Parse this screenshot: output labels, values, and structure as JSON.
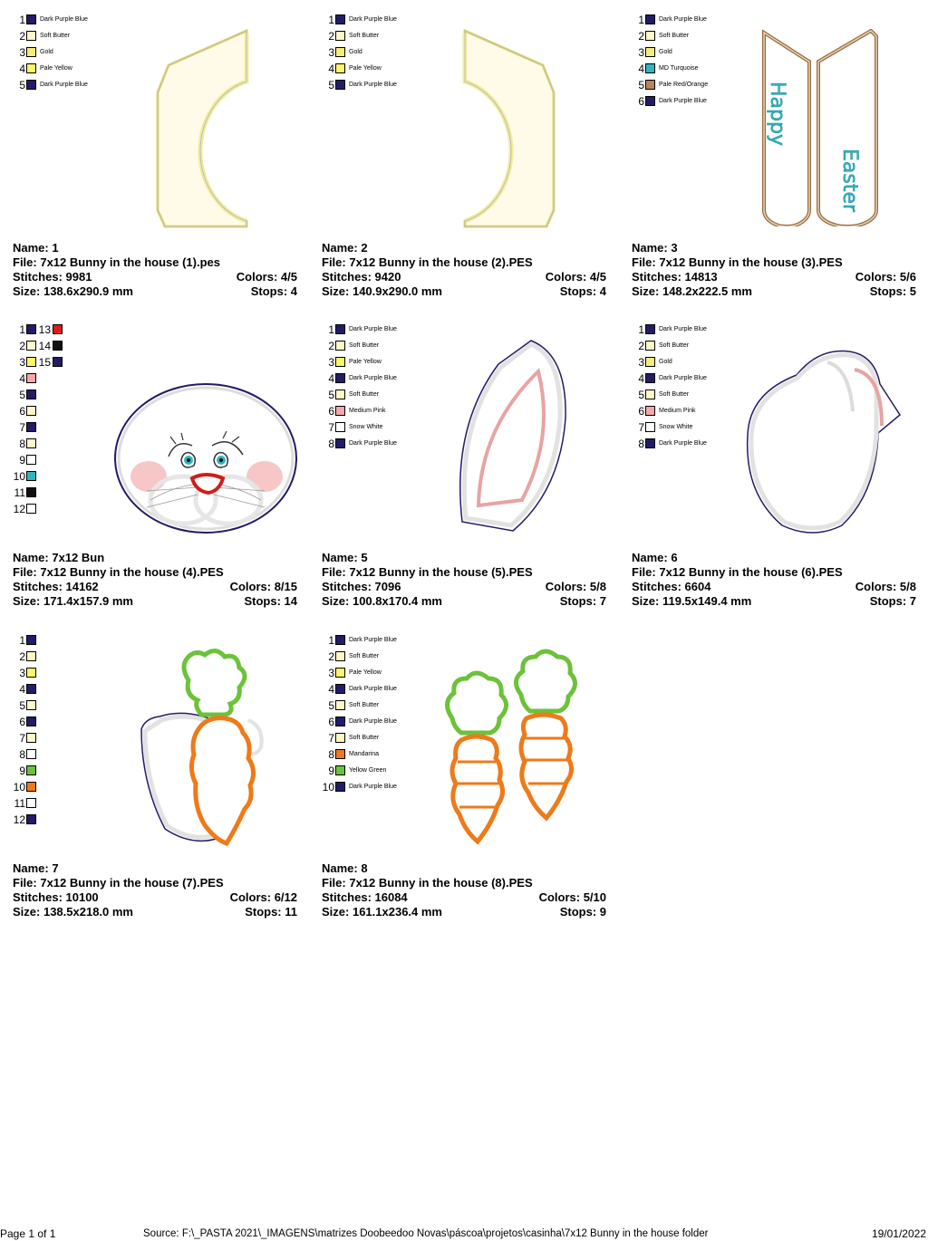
{
  "designs": [
    {
      "name": "1",
      "file": "7x12 Bunny in the house (1).pes",
      "stitches": "9981",
      "colors": "4/5",
      "size": "138.6x290.9 mm",
      "stops": "4",
      "thread_list": [
        {
          "num": "1",
          "name": "Dark Purple Blue",
          "color": "#221c66"
        },
        {
          "num": "2",
          "name": "Soft Butter",
          "color": "#fff7c9"
        },
        {
          "num": "3",
          "name": "Gold",
          "color": "#f5ec7a"
        },
        {
          "num": "4",
          "name": "Pale Yellow",
          "color": "#fbf56a"
        },
        {
          "num": "5",
          "name": "Dark Purple Blue",
          "color": "#221c66"
        }
      ]
    },
    {
      "name": "2",
      "file": "7x12 Bunny in the house (2).PES",
      "stitches": "9420",
      "colors": "4/5",
      "size": "140.9x290.0 mm",
      "stops": "4",
      "thread_list": [
        {
          "num": "1",
          "name": "Dark Purple Blue",
          "color": "#221c66"
        },
        {
          "num": "2",
          "name": "Soft Butter",
          "color": "#fff7c9"
        },
        {
          "num": "3",
          "name": "Gold",
          "color": "#f5ec7a"
        },
        {
          "num": "4",
          "name": "Pale Yellow",
          "color": "#fbf56a"
        },
        {
          "num": "5",
          "name": "Dark Purple Blue",
          "color": "#221c66"
        }
      ]
    },
    {
      "name": "3",
      "file": "7x12 Bunny in the house (3).PES",
      "stitches": "14813",
      "colors": "5/6",
      "size": "148.2x222.5 mm",
      "stops": "5",
      "thread_list": [
        {
          "num": "1",
          "name": "Dark Purple Blue",
          "color": "#221c66"
        },
        {
          "num": "2",
          "name": "Soft Butter",
          "color": "#fff7c9"
        },
        {
          "num": "3",
          "name": "Gold",
          "color": "#f5ec7a"
        },
        {
          "num": "4",
          "name": "MD Turquoise",
          "color": "#2fb5c0"
        },
        {
          "num": "5",
          "name": "Pale Red/Orange",
          "color": "#b8865a"
        },
        {
          "num": "6",
          "name": "Dark Purple Blue",
          "color": "#221c66"
        }
      ],
      "preview_text": [
        "Happy",
        "Easter"
      ]
    },
    {
      "name": "7x12 Bun",
      "file": "7x12 Bunny in the house (4).PES",
      "stitches": "14162",
      "colors": "8/15",
      "size": "171.4x157.9 mm",
      "stops": "14",
      "thread_list": [
        {
          "num": "1",
          "color": "#221c66"
        },
        {
          "num": "2",
          "color": "#fff7c9"
        },
        {
          "num": "3",
          "color": "#fbf56a"
        },
        {
          "num": "4",
          "color": "#f4a8a8"
        },
        {
          "num": "5",
          "color": "#221c66"
        },
        {
          "num": "6",
          "color": "#fff7c9"
        },
        {
          "num": "7",
          "color": "#221c66"
        },
        {
          "num": "8",
          "color": "#fff7c9"
        },
        {
          "num": "9",
          "color": "#ffffff"
        },
        {
          "num": "10",
          "color": "#2fb5c0"
        },
        {
          "num": "11",
          "color": "#111111"
        },
        {
          "num": "12",
          "color": "#ffffff"
        }
      ],
      "thread_list_col2": [
        {
          "num": "13",
          "color": "#e11919"
        },
        {
          "num": "14",
          "color": "#111111"
        },
        {
          "num": "15",
          "color": "#221c66"
        }
      ]
    },
    {
      "name": "5",
      "file": "7x12 Bunny in the house (5).PES",
      "stitches": "7096",
      "colors": "5/8",
      "size": "100.8x170.4 mm",
      "stops": "7",
      "thread_list": [
        {
          "num": "1",
          "name": "Dark Purple Blue",
          "color": "#221c66"
        },
        {
          "num": "2",
          "name": "Soft Butter",
          "color": "#fff7c9"
        },
        {
          "num": "3",
          "name": "Pale Yellow",
          "color": "#fbf56a"
        },
        {
          "num": "4",
          "name": "Dark Purple Blue",
          "color": "#221c66"
        },
        {
          "num": "5",
          "name": "Soft Butter",
          "color": "#fff7c9"
        },
        {
          "num": "6",
          "name": "Medium Pink",
          "color": "#f4a8a8"
        },
        {
          "num": "7",
          "name": "Snow White",
          "color": "#ffffff"
        },
        {
          "num": "8",
          "name": "Dark Purple Blue",
          "color": "#221c66"
        }
      ]
    },
    {
      "name": "6",
      "file": "7x12 Bunny in the house (6).PES",
      "stitches": "6604",
      "colors": "5/8",
      "size": "119.5x149.4 mm",
      "stops": "7",
      "thread_list": [
        {
          "num": "1",
          "name": "Dark Purple Blue",
          "color": "#221c66"
        },
        {
          "num": "2",
          "name": "Soft Butter",
          "color": "#fff7c9"
        },
        {
          "num": "3",
          "name": "Gold",
          "color": "#f5ec7a"
        },
        {
          "num": "4",
          "name": "Dark Purple Blue",
          "color": "#221c66"
        },
        {
          "num": "5",
          "name": "Soft Butter",
          "color": "#fff7c9"
        },
        {
          "num": "6",
          "name": "Medium Pink",
          "color": "#f4a8a8"
        },
        {
          "num": "7",
          "name": "Snow White",
          "color": "#ffffff"
        },
        {
          "num": "8",
          "name": "Dark Purple Blue",
          "color": "#221c66"
        }
      ]
    },
    {
      "name": "7",
      "file": "7x12 Bunny in the house (7).PES",
      "stitches": "10100",
      "colors": "6/12",
      "size": "138.5x218.0 mm",
      "stops": "11",
      "thread_list": [
        {
          "num": "1",
          "color": "#221c66"
        },
        {
          "num": "2",
          "color": "#fff7c9"
        },
        {
          "num": "3",
          "color": "#fbf56a"
        },
        {
          "num": "4",
          "color": "#221c66"
        },
        {
          "num": "5",
          "color": "#fff7c9"
        },
        {
          "num": "6",
          "color": "#221c66"
        },
        {
          "num": "7",
          "color": "#fff7c9"
        },
        {
          "num": "8",
          "color": "#ffffff"
        },
        {
          "num": "9",
          "color": "#6cc23a"
        },
        {
          "num": "10",
          "color": "#ee7a1a"
        },
        {
          "num": "11",
          "color": "#ffffff"
        },
        {
          "num": "12",
          "color": "#221c66"
        }
      ]
    },
    {
      "name": "8",
      "file": "7x12 Bunny in the house (8).PES",
      "stitches": "16084",
      "colors": "5/10",
      "size": "161.1x236.4 mm",
      "stops": "9",
      "thread_list": [
        {
          "num": "1",
          "name": "Dark Purple Blue",
          "color": "#221c66"
        },
        {
          "num": "2",
          "name": "Soft Butter",
          "color": "#fff7c9"
        },
        {
          "num": "3",
          "name": "Pale Yellow",
          "color": "#fbf56a"
        },
        {
          "num": "4",
          "name": "Dark Purple Blue",
          "color": "#221c66"
        },
        {
          "num": "5",
          "name": "Soft Butter",
          "color": "#fff7c9"
        },
        {
          "num": "6",
          "name": "Dark Purple Blue",
          "color": "#221c66"
        },
        {
          "num": "7",
          "name": "Soft Butter",
          "color": "#fff7c9"
        },
        {
          "num": "8",
          "name": "Mandarina",
          "color": "#ee7a1a"
        },
        {
          "num": "9",
          "name": "Yellow Green",
          "color": "#6cc23a"
        },
        {
          "num": "10",
          "name": "Dark Purple Blue",
          "color": "#221c66"
        }
      ]
    }
  ],
  "labels": {
    "name": "Name: ",
    "file": "File: ",
    "stitches": "Stitches: ",
    "colors": "Colors: ",
    "size": "Size: ",
    "stops": "Stops: "
  },
  "footer": {
    "page": "Page 1 of 1",
    "source": "Source: F:\\_PASTA 2021\\_IMAGENS\\matrizes Doobeedoo Novas\\páscoa\\projetos\\casinha\\7x12 Bunny in the house folder",
    "date": "19/01/2022"
  }
}
